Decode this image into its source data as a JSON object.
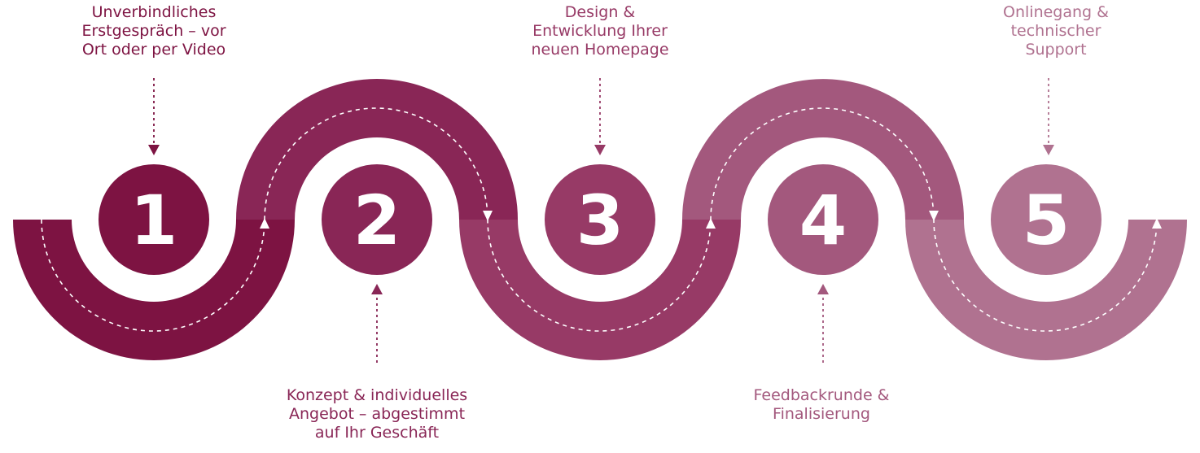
{
  "colors": [
    "#7d1342",
    "#892656",
    "#973a66",
    "#a3587d",
    "#b07290"
  ],
  "steps": [
    {
      "number": "1",
      "label": "Unverbindliches\nErstgespräch – vor\nOrt oder per Video"
    },
    {
      "number": "2",
      "label": "Konzept & individuelles\nAngebot – abgestimmt\nauf Ihr Geschäft"
    },
    {
      "number": "3",
      "label": "Design &\nEntwicklung Ihrer\nneuen Homepage"
    },
    {
      "number": "4",
      "label": "Feedbackrunde &\nFinalisierung"
    },
    {
      "number": "5",
      "label": "Onlinegang &\ntechnischer\nSupport"
    }
  ]
}
